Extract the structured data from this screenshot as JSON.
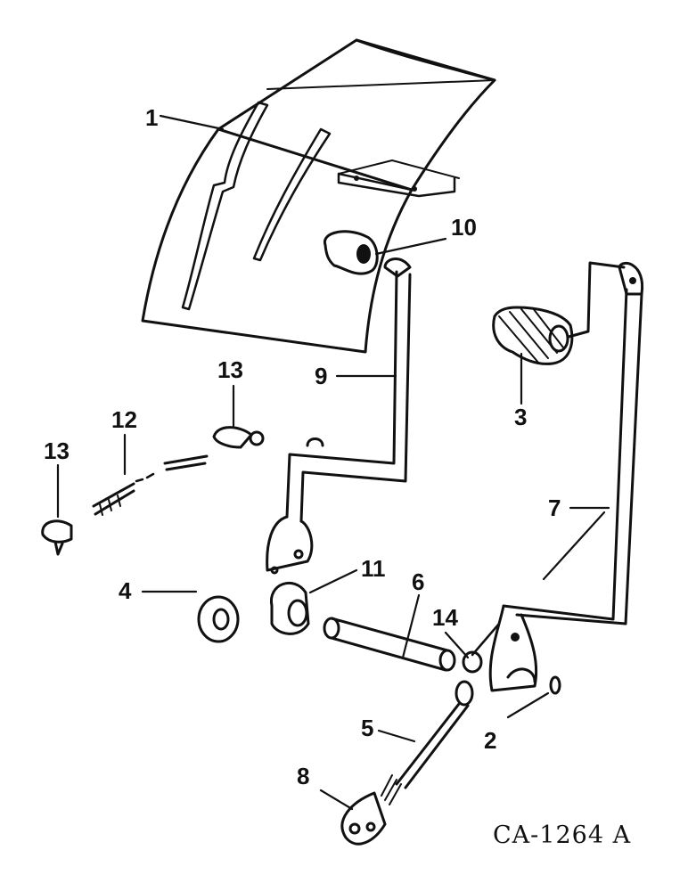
{
  "diagram_code": "CA-1264 A",
  "callouts": [
    {
      "id": "c1",
      "text": "1",
      "part": "control-console-cover"
    },
    {
      "id": "c10",
      "text": "10",
      "part": "lever-knob"
    },
    {
      "id": "c3",
      "text": "3",
      "part": "pedal-rubber-boot"
    },
    {
      "id": "c9",
      "text": "9",
      "part": "hand-lever"
    },
    {
      "id": "c13a",
      "text": "13",
      "part": "yoke-end"
    },
    {
      "id": "c12",
      "text": "12",
      "part": "connecting-rod"
    },
    {
      "id": "c13b",
      "text": "13",
      "part": "yoke-end"
    },
    {
      "id": "c7",
      "text": "7",
      "part": "foot-lever"
    },
    {
      "id": "c11",
      "text": "11",
      "part": "lever-hub"
    },
    {
      "id": "c4",
      "text": "4",
      "part": "bushing"
    },
    {
      "id": "c6",
      "text": "6",
      "part": "cross-shaft"
    },
    {
      "id": "c14",
      "text": "14",
      "part": "pin"
    },
    {
      "id": "c5",
      "text": "5",
      "part": "adjustable-link"
    },
    {
      "id": "c2",
      "text": "2",
      "part": "ring"
    },
    {
      "id": "c8",
      "text": "8",
      "part": "clevis"
    }
  ],
  "colors": {
    "ink": "#111111",
    "paper": "#ffffff"
  }
}
